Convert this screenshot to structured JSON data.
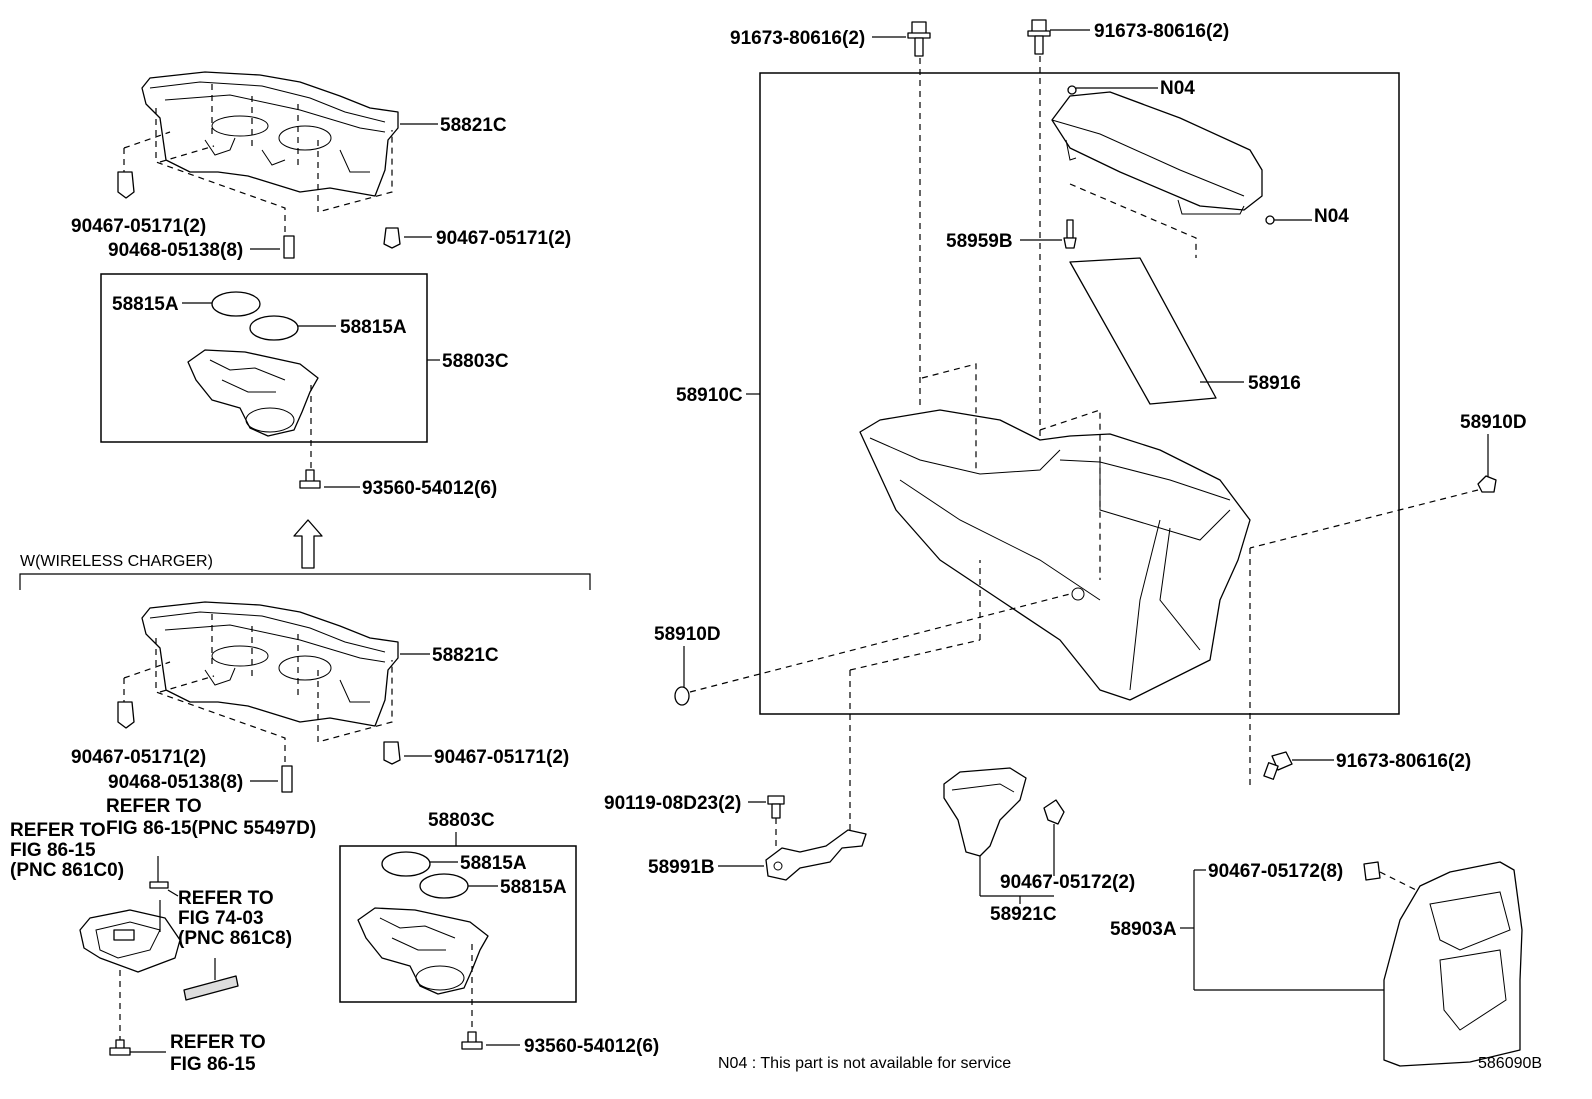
{
  "callouts": {
    "top_console_part": "58821C",
    "top_clip_left": "90467-05171(2)",
    "top_clip_mid": "90468-05138(8)",
    "top_clip_right": "90467-05171(2)",
    "top_box_ring_1": "58815A",
    "top_box_ring_2": "58815A",
    "top_box_holder": "58803C",
    "top_screw": "93560-54012(6)",
    "wireless_charger_heading": "W(WIRELESS CHARGER)",
    "bottom_console_part": "58821C",
    "bottom_clip_left": "90467-05171(2)",
    "bottom_clip_mid": "90468-05138(8)",
    "bottom_clip_right": "90467-05171(2)",
    "bottom_box_holder": "58803C",
    "bottom_box_ring_1": "58815A",
    "bottom_box_ring_2": "58815A",
    "bottom_screw": "93560-54012(6)",
    "refer_1": [
      "REFER TO",
      "FIG 86-15(PNC 55497D)"
    ],
    "refer_2": [
      "REFER TO",
      "FIG 86-15",
      "(PNC 861C0)"
    ],
    "refer_3": [
      "REFER TO",
      "FIG 74-03",
      "(PNC 861C8)"
    ],
    "refer_4": [
      "REFER TO",
      "FIG 86-15"
    ],
    "bolt_top_left": "91673-80616(2)",
    "bolt_top_right": "91673-80616(2)",
    "n04_top": "N04",
    "n04_right": "N04",
    "armrest_screw": "58959B",
    "console_box": "58910C",
    "pad": "58916",
    "plug_right": "58910D",
    "plug_left": "58910D",
    "bolt_right": "91673-80616(2)",
    "bolt_bracket": "90119-08D23(2)",
    "bracket": "58991B",
    "clip_panel": "90467-05172(2)",
    "panel": "58921C",
    "clip_rear": "90467-05172(8)",
    "rear_panel": "58903A"
  },
  "footnote": "N04 : This part is not available for service",
  "figure_code": "586090B"
}
